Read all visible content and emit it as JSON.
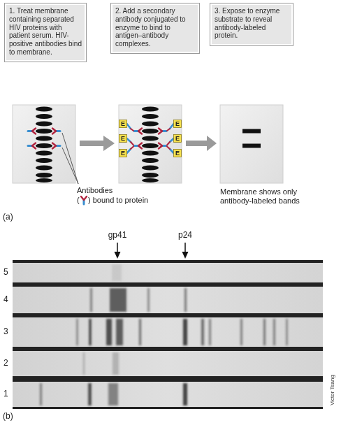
{
  "diagram": {
    "nodes": [
      {
        "text": [
          "1. Treat membrane containing separated HIV proteins with patient serum. HIV-positive antibodies bind to membrane."
        ]
      },
      {
        "text": [
          "2. Add a secondary antibody conjugated to enzyme to bind to antigen–antibody complexes."
        ]
      },
      {
        "text": [
          "3. Expose to enzyme substrate to reveal antibody-labeled protein."
        ]
      }
    ],
    "labels": [
      "Antibodies",
      "(",
      ") bound to protein",
      "E",
      "E",
      "E",
      "E",
      "E",
      "E",
      "Membrane shows only antibody-labeled bands",
      "(a)",
      "gp41",
      "p24",
      "5",
      "4",
      "3",
      "2",
      "1",
      "Victor Tsang",
      "(b)"
    ]
  }
}
